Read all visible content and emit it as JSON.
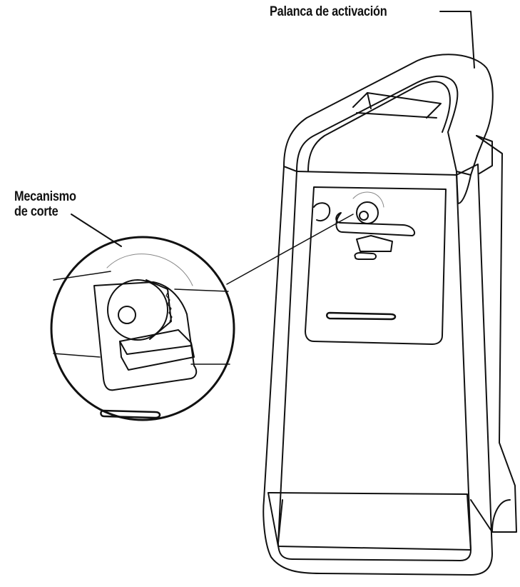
{
  "labels": {
    "activation_lever": "Palanca de activación",
    "cutting_mechanism_line1": "Mecanismo",
    "cutting_mechanism_line2": "de corte"
  },
  "colors": {
    "ink": "#111111",
    "paper": "#ffffff",
    "shade": "#e6e6e6"
  }
}
